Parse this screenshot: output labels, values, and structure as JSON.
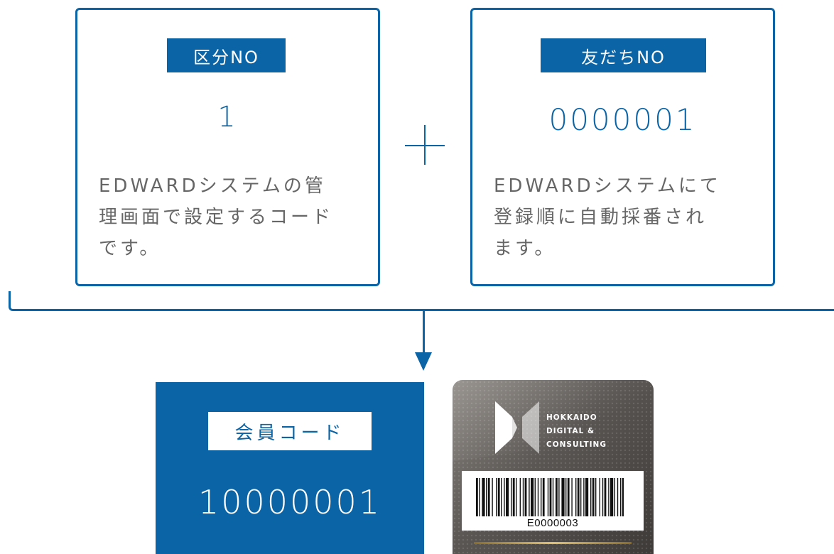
{
  "left_box": {
    "label": "区分NO",
    "value": "1",
    "description_lines": [
      "EDWARDシステムの管",
      "理画面で設定するコード",
      "です。"
    ]
  },
  "right_box": {
    "label": "友だちNO",
    "value": "0000001",
    "description_lines": [
      "EDWARDシステムにて",
      "登録順に自動採番され",
      "ます。"
    ]
  },
  "operator": "plus",
  "result": {
    "label": "会員コード",
    "value": "10000001"
  },
  "card": {
    "brand_lines": [
      "HOKKAIDO",
      "DIGITAL &",
      "CONSULTING"
    ],
    "barcode_text": "E0000003"
  },
  "colors": {
    "accent": "#0a64a6",
    "text_gray": "#666666",
    "card_dark": "#3d3a38",
    "gold": "#e0c070"
  }
}
